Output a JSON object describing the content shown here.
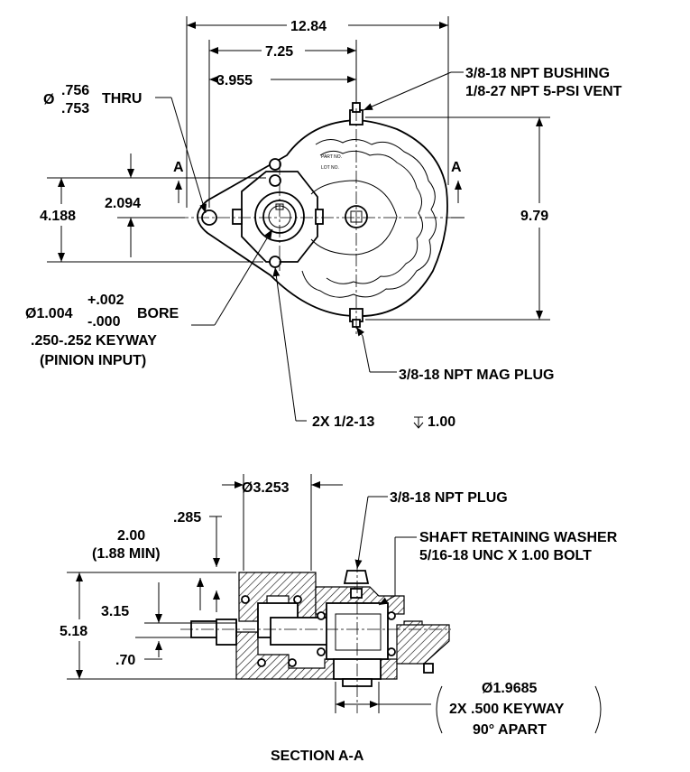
{
  "top_view": {
    "dim_overall_width": "12.84",
    "dim_725": "7.25",
    "dim_3955": "3.955",
    "dim_4188": "4.188",
    "dim_2094": "2.094",
    "dim_height": "9.79",
    "thru_dia_sym": "Ø",
    "thru_upper": ".756",
    "thru_lower": ".753",
    "thru_word": "THRU",
    "bushing_line1": "3/8-18 NPT BUSHING",
    "bushing_line2": "1/8-27 NPT 5-PSI VENT",
    "section_mark_left": "A",
    "section_mark_right": "A",
    "bore_dia": "Ø1.004",
    "bore_plus": "+.002",
    "bore_minus": "-.000",
    "bore_word": "BORE",
    "keyway": ".250-.252 KEYWAY",
    "pinion": "(PINION INPUT)",
    "mag_plug": "3/8-18 NPT MAG PLUG",
    "tapped_holes": "2X 1/2-13",
    "tapped_depth": "1.00",
    "nameplate_line1": "PART NO.",
    "nameplate_line2": "LOT NO."
  },
  "section_view": {
    "dim_dia_3253": "Ø3.253",
    "npt_plug": "3/8-18 NPT PLUG",
    "dim_285": ".285",
    "dim_200": "2.00",
    "dim_188min": "(1.88 MIN)",
    "washer_line1": "SHAFT RETAINING WASHER",
    "washer_line2": "5/16-18 UNC X 1.00 BOLT",
    "dim_315": "3.15",
    "dim_518": "5.18",
    "dim_070": ".70",
    "shaft_dia": "Ø1.9685",
    "shaft_keyway": "2X .500 KEYWAY",
    "shaft_apart": "90° APART",
    "title": "SECTION A-A"
  }
}
